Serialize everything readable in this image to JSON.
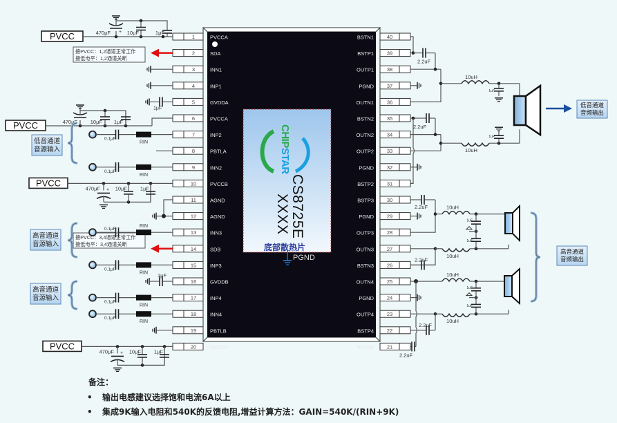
{
  "chip": {
    "part_number": "CS8725E",
    "marking": "XXXX",
    "brand_line1": "CHIP",
    "brand_line2": "STAR",
    "heatsink_label": "底部散热片",
    "heatsink_net": "PGND",
    "body_color": "#0c0b15",
    "pad_color": "#a8cdee"
  },
  "pins_left": [
    {
      "num": "1",
      "name": "PVCCA"
    },
    {
      "num": "2",
      "name": "SDA"
    },
    {
      "num": "3",
      "name": "INN1"
    },
    {
      "num": "4",
      "name": "INP1"
    },
    {
      "num": "5",
      "name": "GVDDA"
    },
    {
      "num": "6",
      "name": "PVCCA"
    },
    {
      "num": "7",
      "name": "INP2"
    },
    {
      "num": "8",
      "name": "PBTLA"
    },
    {
      "num": "9",
      "name": "INN2"
    },
    {
      "num": "10",
      "name": "PVCCB"
    },
    {
      "num": "11",
      "name": "AGND"
    },
    {
      "num": "12",
      "name": "AGND"
    },
    {
      "num": "13",
      "name": "INN3"
    },
    {
      "num": "14",
      "name": "SDB"
    },
    {
      "num": "15",
      "name": "INP3"
    },
    {
      "num": "16",
      "name": "GVDDB"
    },
    {
      "num": "17",
      "name": "INP4"
    },
    {
      "num": "18",
      "name": "INN4"
    },
    {
      "num": "19",
      "name": "PBTLB"
    },
    {
      "num": "20",
      "name": "PVCCB"
    }
  ],
  "pins_right": [
    {
      "num": "40",
      "name": "BSTN1"
    },
    {
      "num": "39",
      "name": "BSTP1"
    },
    {
      "num": "38",
      "name": "OUTP1"
    },
    {
      "num": "37",
      "name": "PGND"
    },
    {
      "num": "36",
      "name": "OUTN1"
    },
    {
      "num": "35",
      "name": "BSTN2"
    },
    {
      "num": "34",
      "name": "OUTN2"
    },
    {
      "num": "33",
      "name": "OUTP2"
    },
    {
      "num": "32",
      "name": "PGND"
    },
    {
      "num": "31",
      "name": "BSTP2"
    },
    {
      "num": "30",
      "name": "BSTP3"
    },
    {
      "num": "29",
      "name": "PGND"
    },
    {
      "num": "28",
      "name": "OUTP3"
    },
    {
      "num": "27",
      "name": "OUTN3"
    },
    {
      "num": "26",
      "name": "BSTN3"
    },
    {
      "num": "25",
      "name": "OUTN4"
    },
    {
      "num": "24",
      "name": "PGND"
    },
    {
      "num": "23",
      "name": "OUTP4"
    },
    {
      "num": "22",
      "name": "BSTP4"
    },
    {
      "num": "21",
      "name": "BSTN4"
    }
  ],
  "supply": {
    "label": "PVCC",
    "cap_bulk": "470μF",
    "cap_mid": "10μF",
    "cap_small": "1μF"
  },
  "inputs": {
    "coupling_cap": "0.1μF",
    "resistor": "RIN",
    "gvdd_cap": "1μF",
    "bass_input_label": [
      "低音通道",
      "音源输入"
    ],
    "treble_input_label": [
      "高音通道",
      "音源输入"
    ]
  },
  "shutdown_notes": {
    "sda": [
      "接PVCC：1,2通道正常工作",
      "接低电平：1,2通道关断"
    ],
    "sdb": [
      "接PVCC：3,4通道正常工作",
      "接低电平：3,4通道关断"
    ]
  },
  "outputs": {
    "bootstrap_cap": "2.2uF",
    "inductor": "10uH",
    "filter_cap": "1uF",
    "bass_output_label": [
      "低音通道",
      "音频输出"
    ],
    "treble_output_label": [
      "高音通道",
      "音频输出"
    ]
  },
  "notes": {
    "title": "备注：",
    "bullet": "•",
    "items": [
      "输出电感建议选择饱和电流6A以上",
      "集成9K输入电阻和540K的反馈电阻,增益计算方法：GAIN=540K/(RIN+9K)"
    ]
  },
  "colors": {
    "background": "#eef8f8",
    "wire": "#555555",
    "arrow_red": "#e01010",
    "arrow_blue": "#1a4fa0",
    "label_box": "#cfe4f6"
  }
}
